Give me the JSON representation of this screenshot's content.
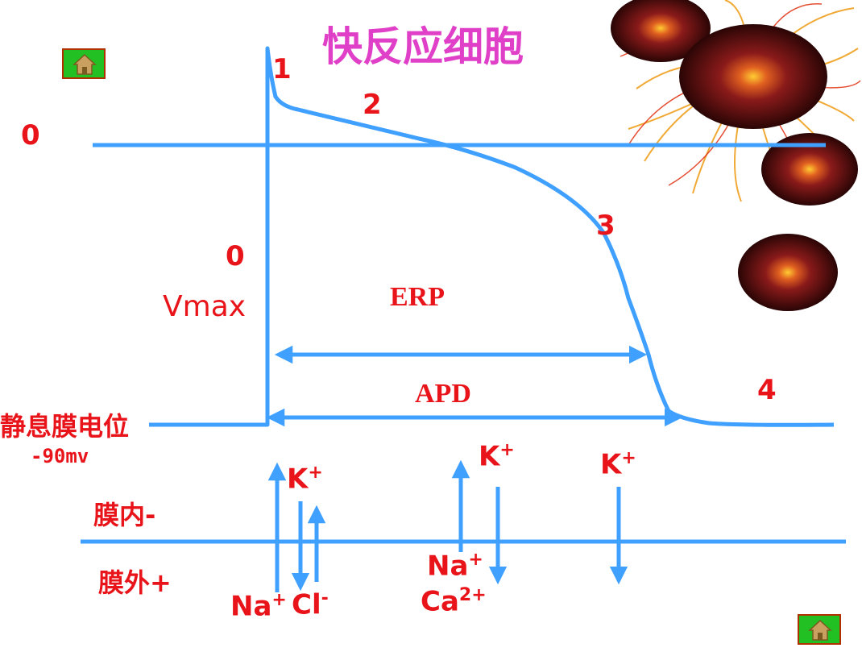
{
  "title": "快反应细胞",
  "phase_labels": {
    "p1": "1",
    "p2": "2",
    "p3": "3",
    "p4": "4",
    "zero_mv": "0",
    "phase0": "0"
  },
  "vmax_label": "Vmax",
  "erp_label": "ERP",
  "apd_label": "APD",
  "resting": {
    "label": "静息膜电位",
    "value": "-90mv"
  },
  "membrane": {
    "inside": "膜内-",
    "outside": "膜外+"
  },
  "ions": {
    "k1": "K",
    "k2": "K",
    "k3": "K",
    "na1": "Na",
    "cl": "Cl",
    "na2": "Na",
    "ca": "Ca",
    "plus": "+",
    "minus": "-",
    "two_plus": "2+"
  },
  "icons": {
    "home_top": "home-icon",
    "home_bottom": "home-icon",
    "cells": "cell-illustration"
  },
  "colors": {
    "curve": "#3fa0ff",
    "label": "#e8141a",
    "title": "#e040c8",
    "button": "#22c022"
  }
}
